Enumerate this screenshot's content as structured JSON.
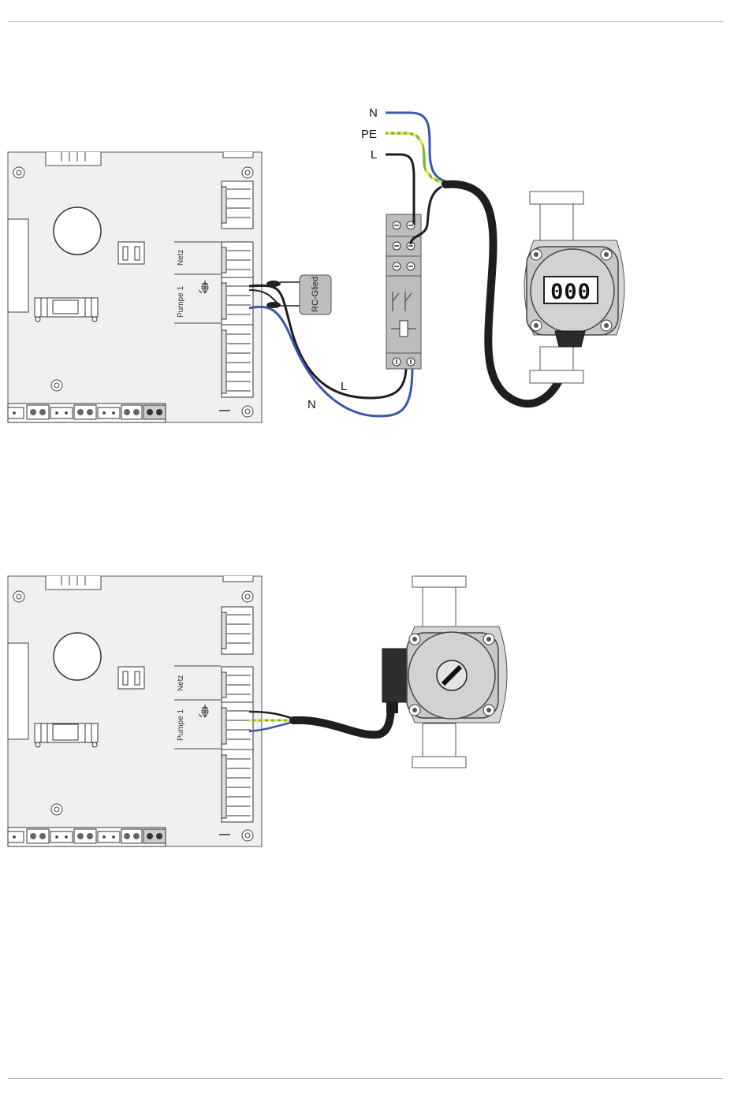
{
  "diagram1": {
    "wire_labels": {
      "n": "N",
      "pe": "PE",
      "l": "L"
    },
    "board_labels": {
      "netz": "Netz",
      "pumpe": "Pumpe 1"
    },
    "rc_label": "RC-Glied",
    "loop_labels": {
      "l": "L",
      "n": "N"
    },
    "pump_display": "000"
  },
  "diagram2": {
    "board_labels": {
      "netz": "Netz",
      "pumpe": "Pumpe 1"
    }
  },
  "colors": {
    "wire_blue": "#3a57a8",
    "wire_black": "#1e1e1e",
    "pe_green": "#7bb53e",
    "pe_yellow": "#e8e24a",
    "board_fill": "#f0f0f0",
    "relay_fill": "#bdbdbd",
    "pump_grey": "#c8c8c8"
  },
  "icons": [
    "triac-symbol-icon",
    "screw-terminal-icon",
    "mounting-hole-icon"
  ]
}
